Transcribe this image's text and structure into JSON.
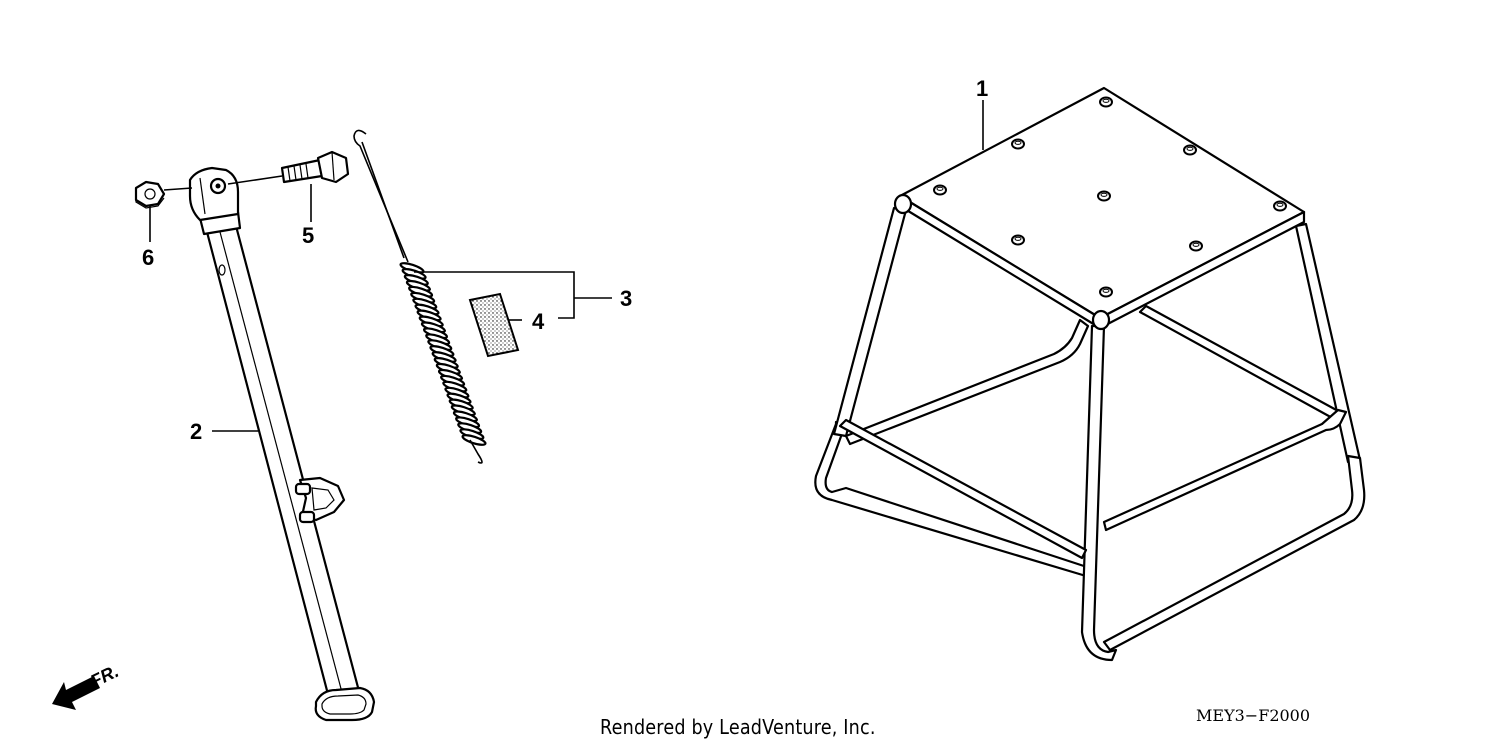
{
  "diagram": {
    "callouts": [
      {
        "id": "1",
        "label": "1"
      },
      {
        "id": "2",
        "label": "2"
      },
      {
        "id": "3",
        "label": "3"
      },
      {
        "id": "4",
        "label": "4"
      },
      {
        "id": "5",
        "label": "5"
      },
      {
        "id": "6",
        "label": "6"
      }
    ],
    "direction_label": "FR.",
    "footer_text": "Rendered by LeadVenture, Inc.",
    "diagram_code": "MEY3−F2000"
  }
}
